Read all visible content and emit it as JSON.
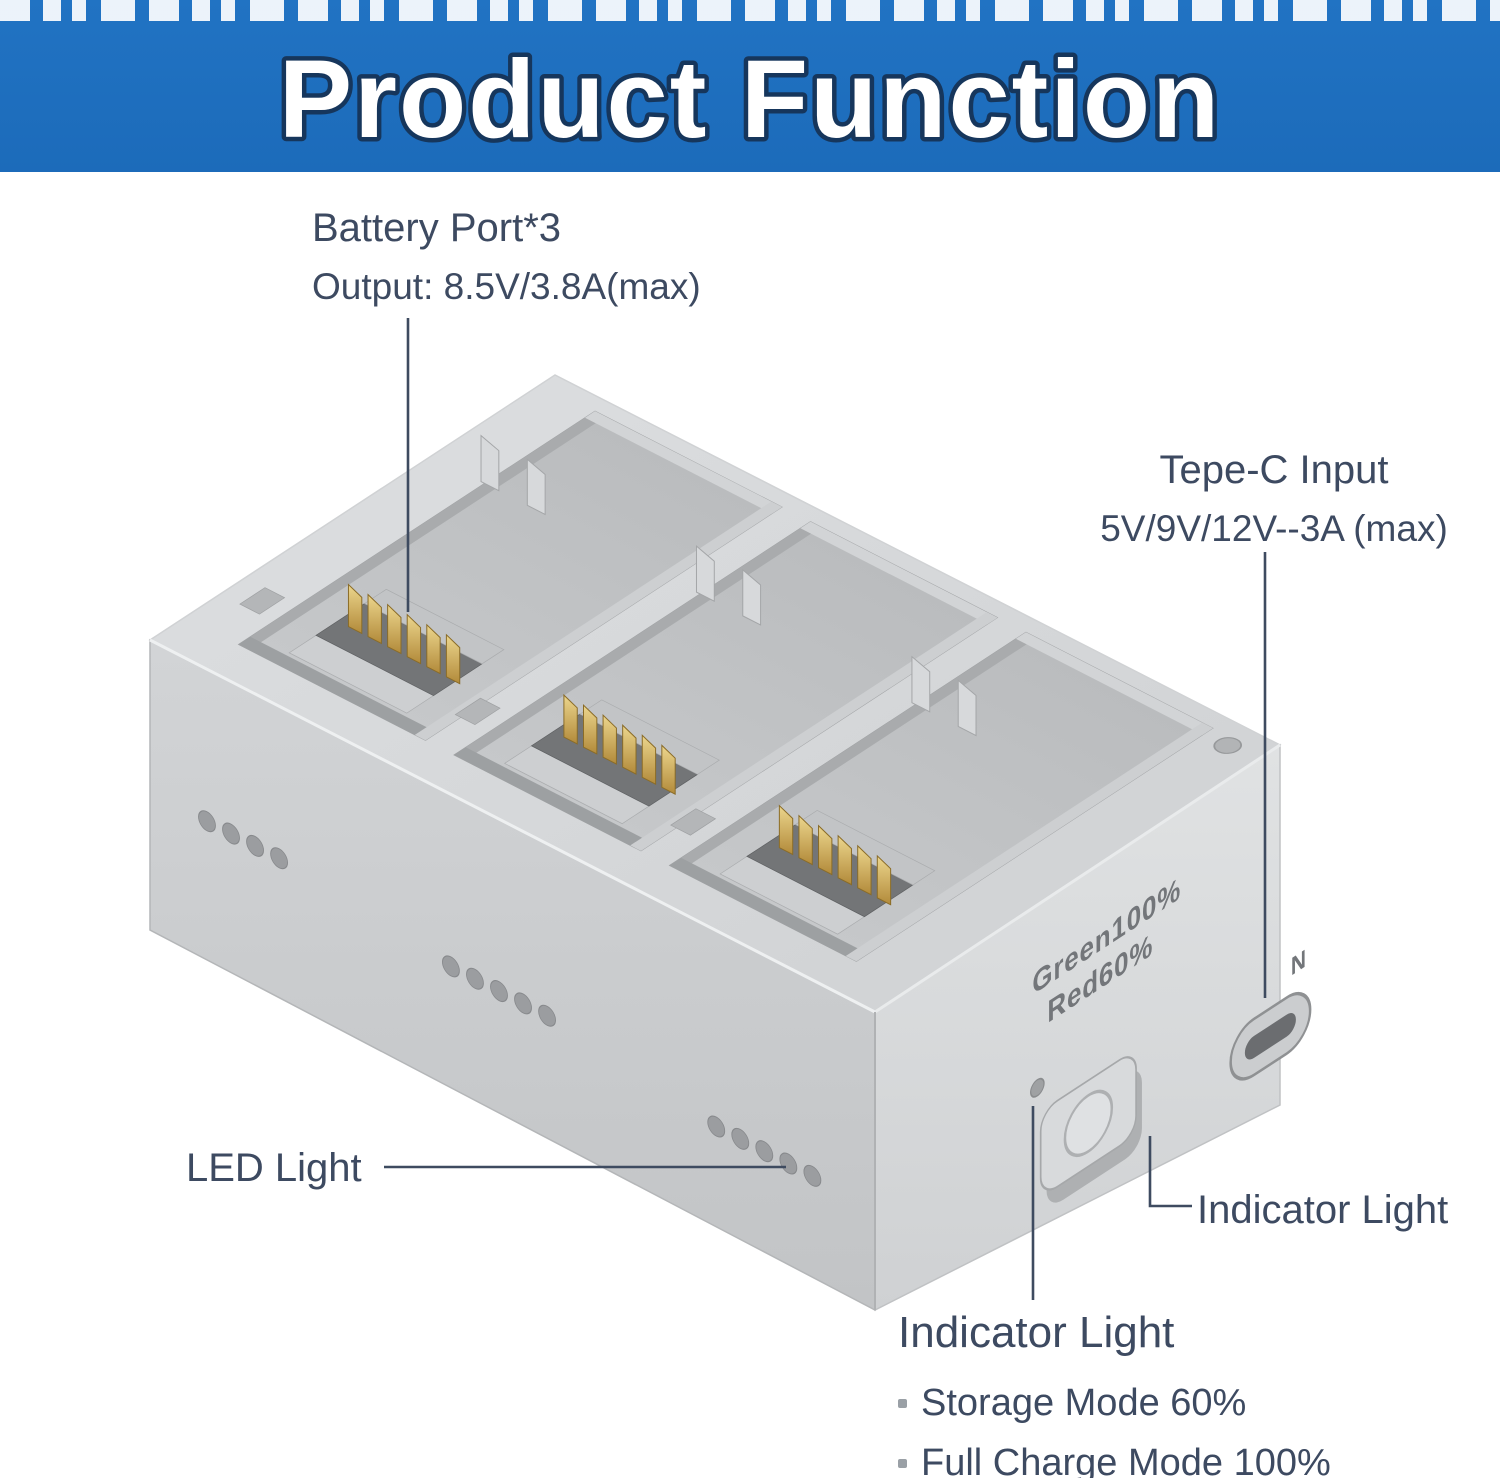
{
  "banner": {
    "title": "Product Function",
    "bg_color": "#1d6fbe",
    "title_fill": "#ffffff",
    "title_outline": "#16365c"
  },
  "annotations": {
    "battery_port": {
      "line1": "Battery Port*3",
      "line2": "Output: 8.5V/3.8A(max)"
    },
    "typec_input": {
      "line1": "Tepe-C Input",
      "line2": "5V/9V/12V--3A (max)"
    },
    "led_light": {
      "label": "LED Light"
    },
    "indicator_light_side": {
      "label": "Indicator Light"
    },
    "indicator_light_bottom": {
      "heading": "Indicator Light",
      "items": [
        "Storage Mode 60%",
        "Full Charge Mode 100%"
      ]
    }
  },
  "device": {
    "printed_label_line1": "Green100%",
    "printed_label_line2": "Red60%",
    "port_label": "N",
    "body_color": "#d3d5d7",
    "pin_color": "#d7b162",
    "annotation_line_color": "#3e4b60",
    "annotation_text_color": "#3d4a61"
  }
}
